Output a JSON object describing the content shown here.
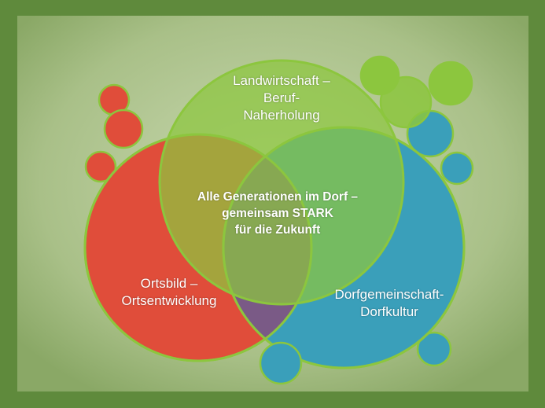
{
  "title": "",
  "center_text": [
    "Alle Generationen im Dorf –",
    "gemeinsam STARK",
    "für die Zukunft"
  ],
  "circles": {
    "top": {
      "label": [
        "Landwirtschaft –",
        "Beruf-",
        "Naherholung"
      ],
      "color": "#8cc63e"
    },
    "left": {
      "label": [
        "Ortsbild –",
        "Ortsentwicklung"
      ],
      "color": "#e04d3a"
    },
    "right": {
      "label": [
        "Dorfgemeinschaft-",
        "Dorfkultur"
      ],
      "color": "#3a9fba"
    }
  },
  "colors": {
    "frame": "#5f8a3c",
    "background": "#b9cc9a",
    "outline": "#8cc63e",
    "overlap_left_right": "#7a5a86"
  }
}
